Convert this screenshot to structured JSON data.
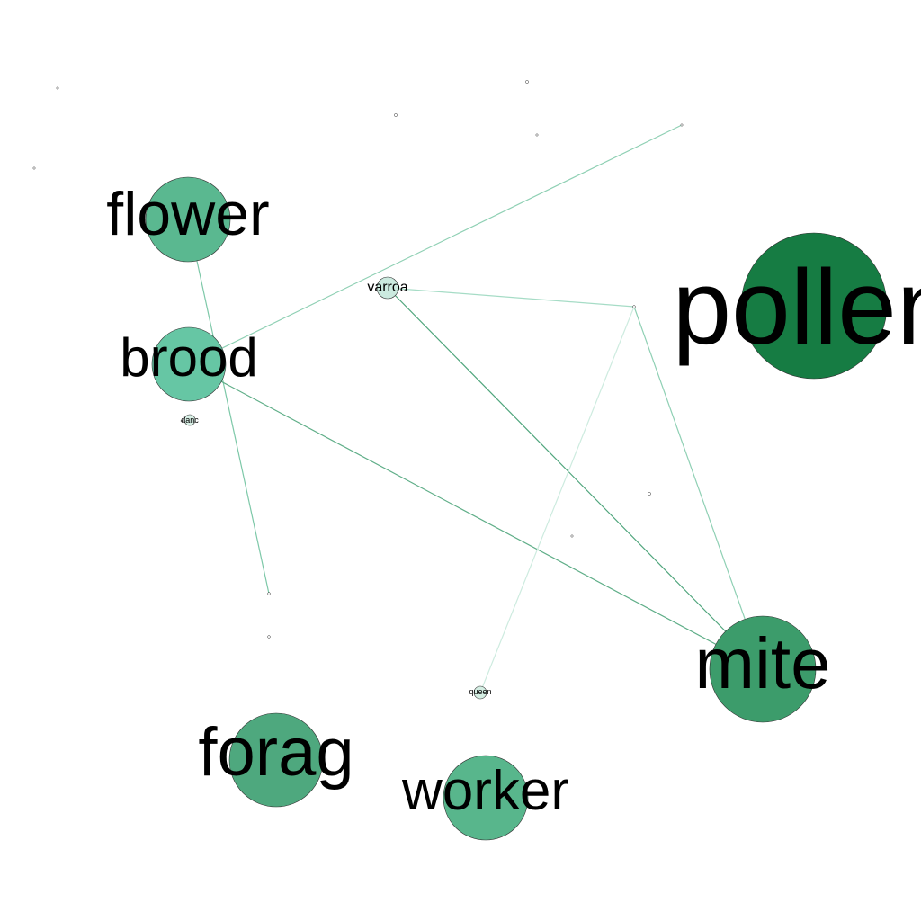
{
  "graph": {
    "nodes": [
      {
        "id": "pollen",
        "label": "pollen",
        "color": "#167c43"
      },
      {
        "id": "flower",
        "label": "flower",
        "color": "#5ab890"
      },
      {
        "id": "brood",
        "label": "brood",
        "color": "#66c6a4"
      },
      {
        "id": "varroa",
        "label": "varroa",
        "color": "#cbeadf"
      },
      {
        "id": "danc",
        "label": "danc",
        "color": "#d8f0e6"
      },
      {
        "id": "mite",
        "label": "mite",
        "color": "#3c9c6b"
      },
      {
        "id": "forag",
        "label": "forag",
        "color": "#4ea87e"
      },
      {
        "id": "worker",
        "label": "worker",
        "color": "#58b68c"
      },
      {
        "id": "queen",
        "label": "queen",
        "color": "#d4eee3"
      },
      {
        "id": "d1",
        "label": "",
        "color": "#ffffff"
      },
      {
        "id": "d2",
        "label": "",
        "color": "#ffffff"
      },
      {
        "id": "d3",
        "label": "",
        "color": "#ffffff"
      },
      {
        "id": "d4",
        "label": "",
        "color": "#ffffff"
      },
      {
        "id": "d5",
        "label": "",
        "color": "#ffffff"
      },
      {
        "id": "d6",
        "label": "",
        "color": "#ffffff"
      },
      {
        "id": "d7",
        "label": "",
        "color": "#ffffff"
      },
      {
        "id": "d8",
        "label": "",
        "color": "#ffffff"
      },
      {
        "id": "d9",
        "label": "",
        "color": "#ffffff"
      },
      {
        "id": "d10",
        "label": "",
        "color": "#ffffff"
      },
      {
        "id": "d11",
        "label": "",
        "color": "#ffffff"
      },
      {
        "id": "d12",
        "label": "",
        "color": "#ffffff"
      }
    ],
    "edges": [
      {
        "source": "flower",
        "target": "d10",
        "color": "#7dc8a8"
      },
      {
        "source": "brood",
        "target": "d5",
        "color": "#8fd0b4"
      },
      {
        "source": "brood",
        "target": "mite",
        "color": "#5fae88"
      },
      {
        "source": "varroa",
        "target": "mite",
        "color": "#4fa57c"
      },
      {
        "source": "varroa",
        "target": "d8",
        "color": "#a6dcc6"
      },
      {
        "source": "d8",
        "target": "mite",
        "color": "#8fd0b4"
      },
      {
        "source": "d8",
        "target": "queen",
        "color": "#cdebdf"
      }
    ]
  }
}
